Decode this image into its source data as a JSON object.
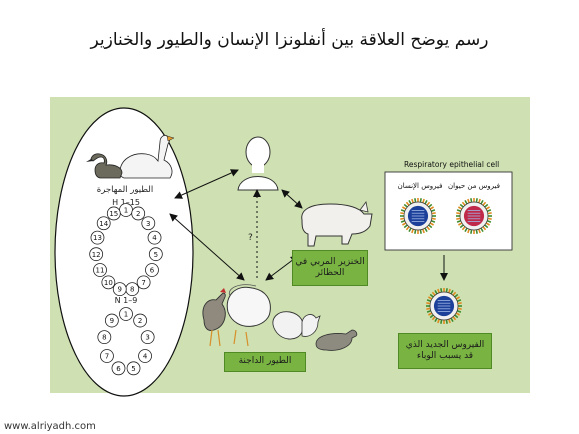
{
  "title": "رسم يوضح العلاقة بين أنفلونزا الإنسان والطيور والخنازير",
  "migratory_birds_label": "الطيور المهاجرة",
  "h_label": "H 1–15",
  "n_label": "N 1–9",
  "h_numbers": [
    "1",
    "2",
    "3",
    "4",
    "5",
    "6",
    "7",
    "8",
    "9",
    "10",
    "11",
    "12",
    "13",
    "14",
    "15"
  ],
  "n_numbers": [
    "1",
    "2",
    "3",
    "4",
    "5",
    "6",
    "7",
    "8",
    "9"
  ],
  "question_mark": "?",
  "pig_label_line1": "الخنزير المربي في",
  "pig_label_line2": "الحظائر",
  "poultry_label": "الطيور الداجنة",
  "cell_title": "Respiratory epithelial cell",
  "human_virus_label": "فيروس الإنسان",
  "animal_virus_label": "فيروس من حيوان",
  "new_virus_line1": "الفيروس الجديد الذي",
  "new_virus_line2": "قد يسبب الوباء",
  "watermark": "www.alriyadh.com",
  "colors": {
    "panel": "#cfe1b2",
    "label_green": "#79b443",
    "virus_blue": "#1c3f9a",
    "virus_red": "#c0284a",
    "spike_green": "#3d8a2c",
    "spike_orange": "#e08a1e"
  }
}
